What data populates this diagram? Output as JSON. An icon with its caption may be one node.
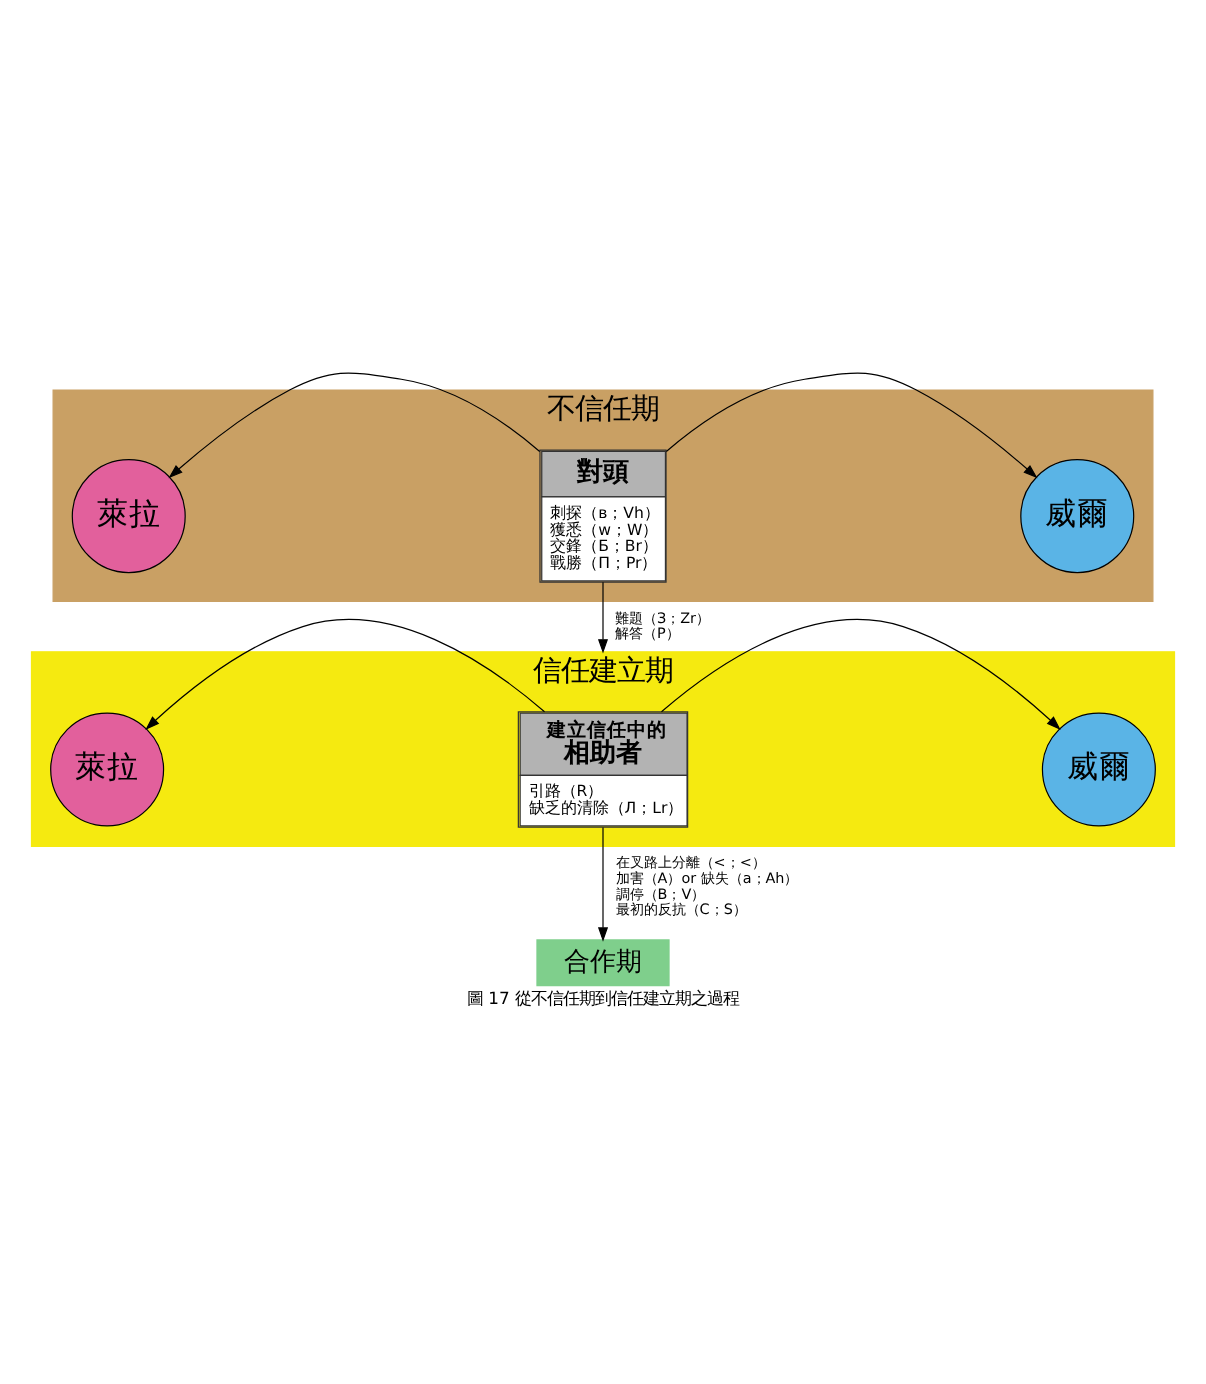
{
  "diagram": {
    "caption": "圖 17 從不信任期到信任建立期之過程",
    "nodes": [
      {
        "text": [
          "不信任期"
        ]
      },
      {
        "text": [
          "萊拉"
        ],
        "in": 0
      },
      {
        "text": [
          "對頭",
          "刺探（в；Vh）",
          "獲悉（w；W）",
          "交鋒（Б；Br）",
          "戰勝（П；Pr）"
        ],
        "in": 0
      },
      {
        "text": [
          "威爾"
        ],
        "in": 0
      },
      {
        "text": [
          "信任建立期"
        ]
      },
      {
        "text": [
          "萊拉"
        ],
        "in": 4
      },
      {
        "text": [
          "建立信任中的",
          "相助者",
          "引路（R）",
          "缺乏的清除（Л；Lr）"
        ],
        "in": 4
      },
      {
        "text": [
          "威爾"
        ],
        "in": 4
      },
      {
        "text": [
          "合作期"
        ]
      }
    ],
    "edges": [
      {
        "from": 2,
        "to": 1,
        "arrow": "to"
      },
      {
        "from": 2,
        "to": 3,
        "arrow": "to"
      },
      {
        "from": 2,
        "to": 4,
        "arrow": "to",
        "label": "難題（З；Zr）解答（P）"
      },
      {
        "from": 6,
        "to": 5,
        "arrow": "to"
      },
      {
        "from": 6,
        "to": 7,
        "arrow": "to"
      },
      {
        "from": 6,
        "to": 8,
        "arrow": "to",
        "label": "在叉路上分離（<；<）加害（A）or 缺失（a；Ah）調停（B；V）最初的反抗（C；S）"
      }
    ]
  }
}
